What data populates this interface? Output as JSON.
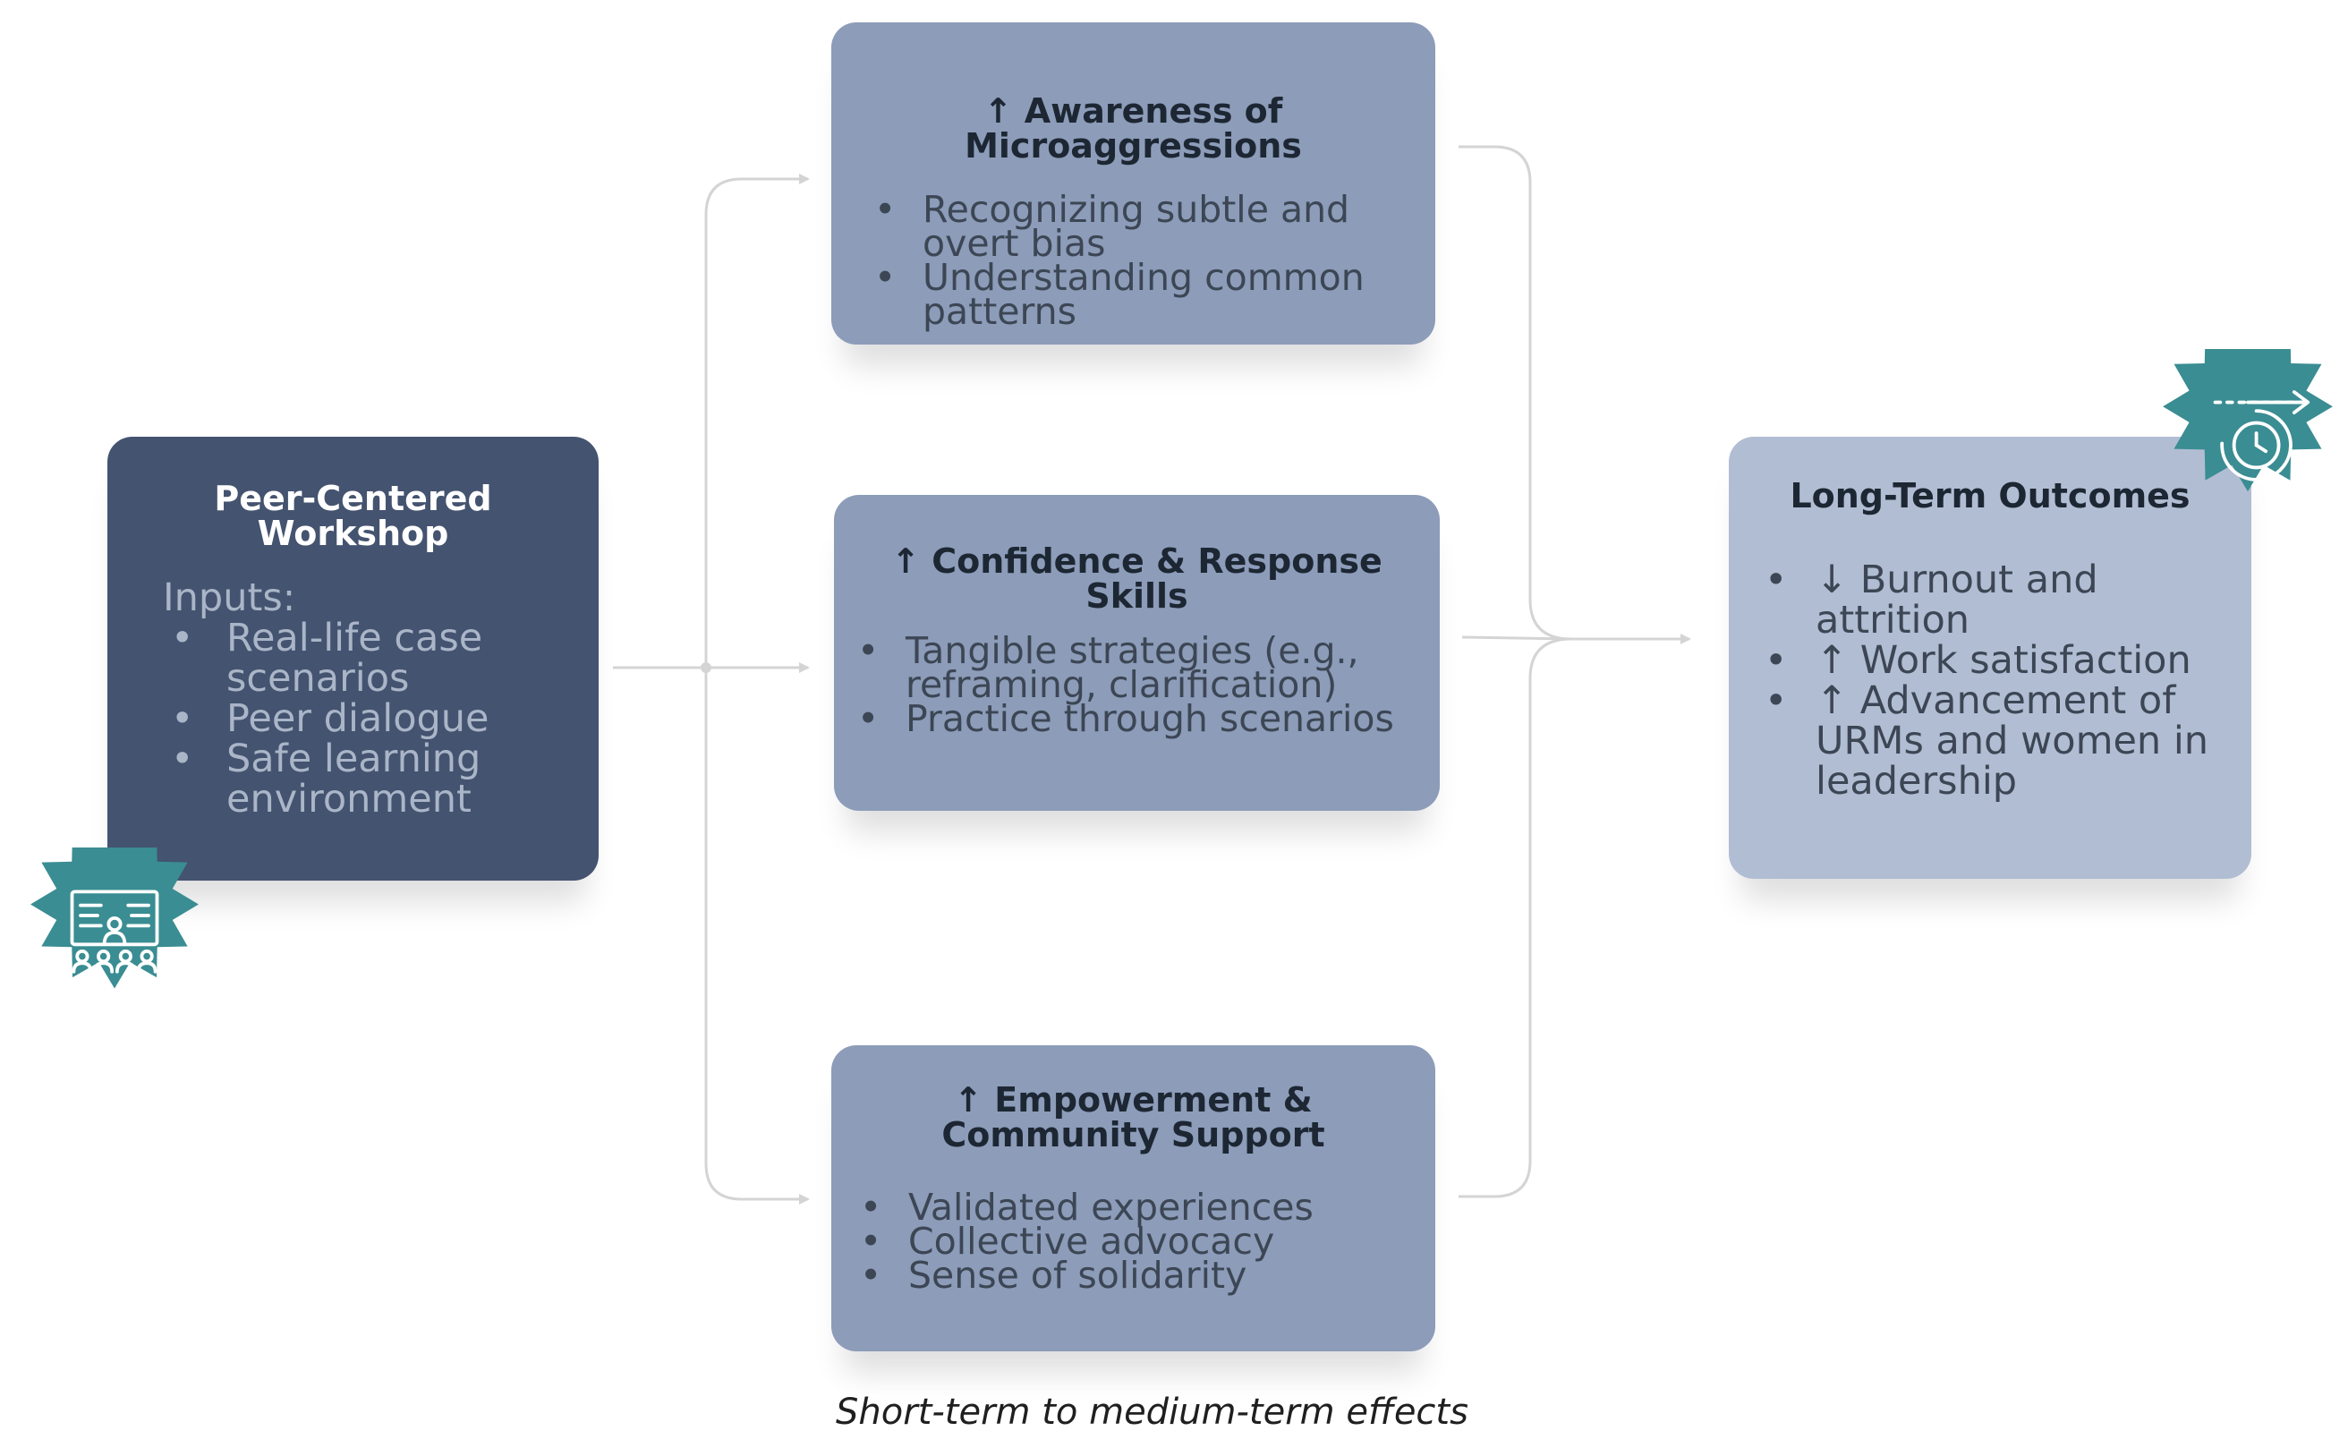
{
  "workshop": {
    "title_line1": "Peer-Centered",
    "title_line2": "Workshop",
    "inputs_label": "Inputs:",
    "items": [
      "Real-life case scenarios",
      "Peer dialogue",
      "Safe learning environment"
    ]
  },
  "awareness": {
    "title_line1": "↑ Awareness of",
    "title_line2": "Microaggressions",
    "items": [
      "Recognizing subtle and overt bias",
      "Understanding common patterns"
    ]
  },
  "confidence": {
    "title_line1": "↑ Confidence & Response",
    "title_line2": "Skills",
    "items": [
      "Tangible strategies (e.g., reframing, clarification)",
      "Practice through scenarios"
    ]
  },
  "empowerment": {
    "title_line1": "↑ Empowerment &",
    "title_line2": "Community Support",
    "items": [
      "Validated experiences",
      "Collective advocacy",
      "Sense of solidarity"
    ]
  },
  "outcomes": {
    "title": "Long-Term Outcomes",
    "items": [
      "↓ Burnout and attrition",
      "↑ Work satisfaction",
      "↑ Advancement of URMs and women in leadership"
    ]
  },
  "caption": "Short-term to medium-term effects",
  "icons": {
    "workshop_badge": "presentation-audience-icon",
    "outcomes_badge": "timer-arrow-icon"
  },
  "colors": {
    "workshop_fill": "#44536f",
    "middle_fill": "#8c9cb9",
    "outcomes_fill": "#b1bdd3",
    "badge_fill": "#3a8d92",
    "connector": "#d4d4d4"
  }
}
